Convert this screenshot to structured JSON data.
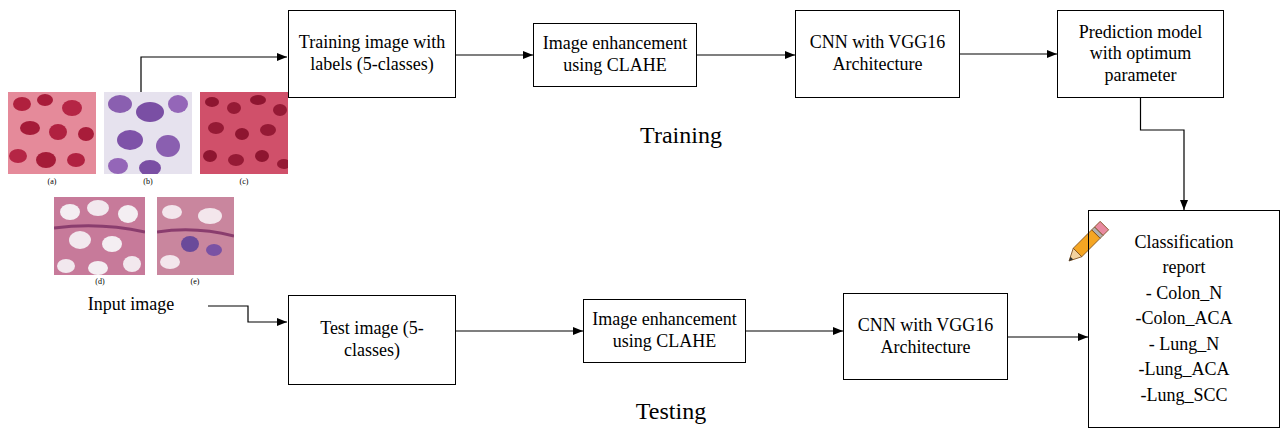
{
  "diagram": {
    "nodes": [
      {
        "text": [
          "Training image with labels (5-classes)"
        ]
      },
      {
        "text": [
          "Image enhancement using CLAHE"
        ]
      },
      {
        "text": [
          "CNN with VGG16 Architecture"
        ]
      },
      {
        "text": [
          "Prediction model with optimum parameter"
        ]
      },
      {
        "text": [
          "Test image (5-classes)"
        ]
      },
      {
        "text": [
          "Image enhancement using CLAHE"
        ]
      },
      {
        "text": [
          "CNN with VGG16 Architecture"
        ]
      },
      {
        "text": [
          "Classification report",
          "- Colon_N",
          "-Colon_ACA",
          "- Lung_N",
          "-Lung_ACA",
          "-Lung_SCC"
        ]
      }
    ],
    "edges": [
      {
        "from": 0,
        "to": 1,
        "arrow": "to"
      },
      {
        "from": 1,
        "to": 2,
        "arrow": "to"
      },
      {
        "from": 2,
        "to": 3,
        "arrow": "to"
      },
      {
        "from": 3,
        "to": 7,
        "arrow": "to"
      },
      {
        "from": 4,
        "to": 5,
        "arrow": "to"
      },
      {
        "from": 5,
        "to": 6,
        "arrow": "to"
      },
      {
        "from": 6,
        "to": 7,
        "arrow": "to"
      }
    ],
    "labels": [
      "Training",
      "Testing",
      "Input image",
      "(a)",
      "(b)",
      "(c)",
      "(d)",
      "(e)"
    ]
  }
}
